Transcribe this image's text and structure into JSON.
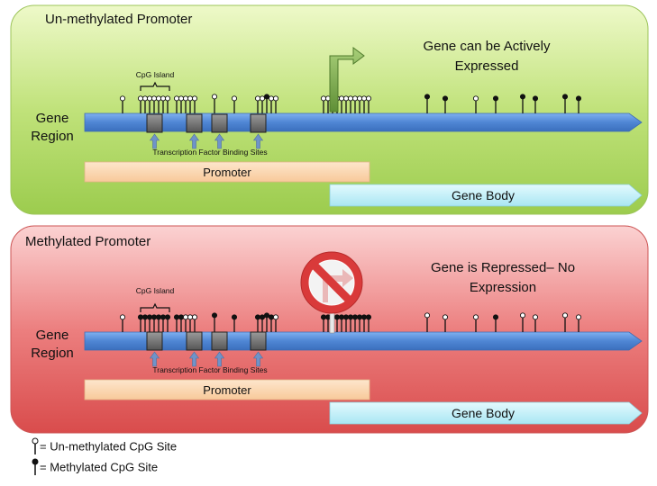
{
  "top": {
    "title": "Un-methylated Promoter",
    "status_line1": "Gene can be Actively",
    "status_line2": "Expressed",
    "region_line1": "Gene",
    "region_line2": "Region",
    "cpg_island": "CpG Island",
    "tf_sites": "Transcription Factor Binding Sites",
    "promoter": "Promoter",
    "gene_body": "Gene Body",
    "fill_color": "#b4dc64"
  },
  "bottom": {
    "title": "Methylated Promoter",
    "status_line1": "Gene is Repressed– No",
    "status_line2": "Expression",
    "region_line1": "Gene",
    "region_line2": "Region",
    "cpg_island": "CpG Island",
    "tf_sites": "Transcription Factor Binding Sites",
    "promoter": "Promoter",
    "gene_body": "Gene Body",
    "fill_color": "#e56464"
  },
  "legend": {
    "unmethylated": "= Un-methylated CpG Site",
    "methylated": "= Methylated CpG Site"
  },
  "colors": {
    "gene_arrow": "#5b8fd6",
    "promoter_bar": "#fbd9b6",
    "gene_body_bar": "#c8f0f8",
    "active_arrow": "#7aa84c",
    "no_sign": "#d93a3a"
  }
}
